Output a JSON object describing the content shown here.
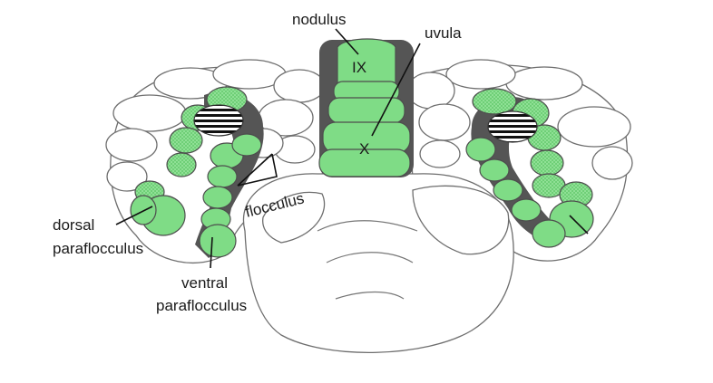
{
  "diagram": {
    "labels": {
      "nodulus": "nodulus",
      "uvula": "uvula",
      "lobule_ix": "IX",
      "lobule_x": "X",
      "flocculus": "flocculus",
      "dorsal_paraflocculus_line1": "dorsal",
      "dorsal_paraflocculus_line2": "paraflocculus",
      "ventral_paraflocculus_line1": "ventral",
      "ventral_paraflocculus_line2": "paraflocculus"
    },
    "colors": {
      "highlight_green": "#7fdc86",
      "outline": "#6e6e6e",
      "fissure": "#555555"
    }
  }
}
